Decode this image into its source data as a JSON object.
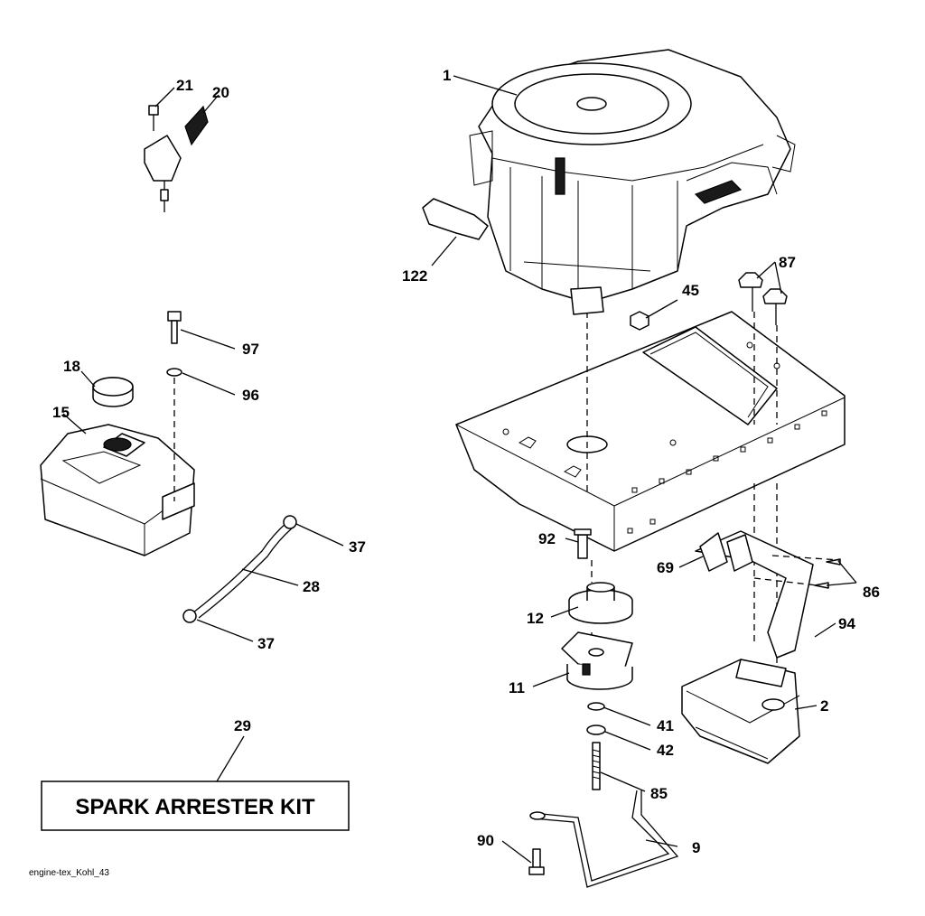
{
  "parts": [
    {
      "ref": "1"
    },
    {
      "ref": "2"
    },
    {
      "ref": "9"
    },
    {
      "ref": "11"
    },
    {
      "ref": "12"
    },
    {
      "ref": "15"
    },
    {
      "ref": "18"
    },
    {
      "ref": "20"
    },
    {
      "ref": "21"
    },
    {
      "ref": "28"
    },
    {
      "ref": "29"
    },
    {
      "ref": "37"
    },
    {
      "ref": "37"
    },
    {
      "ref": "41"
    },
    {
      "ref": "42"
    },
    {
      "ref": "45"
    },
    {
      "ref": "69"
    },
    {
      "ref": "85"
    },
    {
      "ref": "86"
    },
    {
      "ref": "87"
    },
    {
      "ref": "90"
    },
    {
      "ref": "92"
    },
    {
      "ref": "94"
    },
    {
      "ref": "96"
    },
    {
      "ref": "97"
    },
    {
      "ref": "122"
    }
  ],
  "kit_box": {
    "text": "SPARK ARRESTER KIT"
  },
  "footer": {
    "filename": "engine-tex_Kohl_43"
  }
}
